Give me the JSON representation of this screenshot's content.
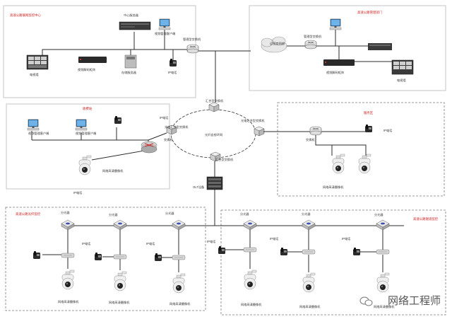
{
  "regions": {
    "monitor_center": "高速公路联网监控中心",
    "management_dept": "高速公路管理部门",
    "toll_station": "收费站",
    "service_area": "服务区",
    "fiber_left": "高速公路光纤监控",
    "fiber_right": "高速公路隧道监控"
  },
  "labels": {
    "center_server": "中心服务器",
    "mgmt_client": "视频管理客户端",
    "mgmt_switch": "管理型交换机",
    "tv_wall": "电视墙",
    "decoder": "视频解码矩阵",
    "storage": "存储服务器",
    "ip_phone": "IP电话",
    "mgmt_switch2": "管理型交换机",
    "decoder2": "视频解码矩阵",
    "tv_wall2": "电视墙",
    "cloud": "运营商网络",
    "ring_switch_top": "汇合型交换机",
    "ring_switch_left": "光电汇合型交换机",
    "ring_switch_right": "光电汇合型交换机",
    "ring_center": "光纤自愈环网",
    "ring_switch_bottom": "汇合型交换机",
    "switch_left": "交换机",
    "switch_right": "交换机",
    "ip_phone_right": "IP电话",
    "olt": "OLT设备",
    "splitter": "分光器",
    "camera": "网络高清摄像机"
  },
  "watermark": "网络工程师"
}
